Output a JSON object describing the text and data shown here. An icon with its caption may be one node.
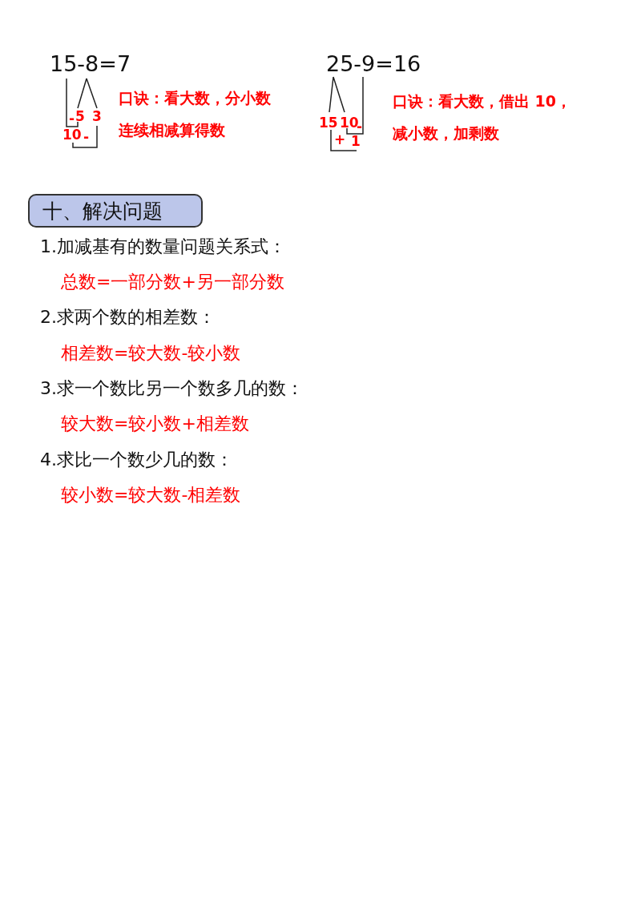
{
  "diagram": {
    "nodes": [
      {
        "text": [
          "十、解决问题"
        ]
      }
    ],
    "labels": [
      "15-8=7",
      "-",
      "5",
      "3",
      "10",
      "-",
      "口诀：看大数，分小数",
      "连续相减算得数",
      "25-9=16",
      "15",
      "10",
      "-",
      "+",
      "1",
      "口诀：看大数，借出 10，",
      "减小数，加剩数",
      "1.加减基有的数量问题关系式：",
      "总数=一部分数+另一部分数",
      "2.求两个数的相差数：",
      "相差数=较大数-较小数",
      "3.求一个数比另一个数多几的数：",
      "较大数=较小数+相差数",
      "4.求比一个数少几的数：",
      "较小数=较大数-相差数"
    ]
  }
}
